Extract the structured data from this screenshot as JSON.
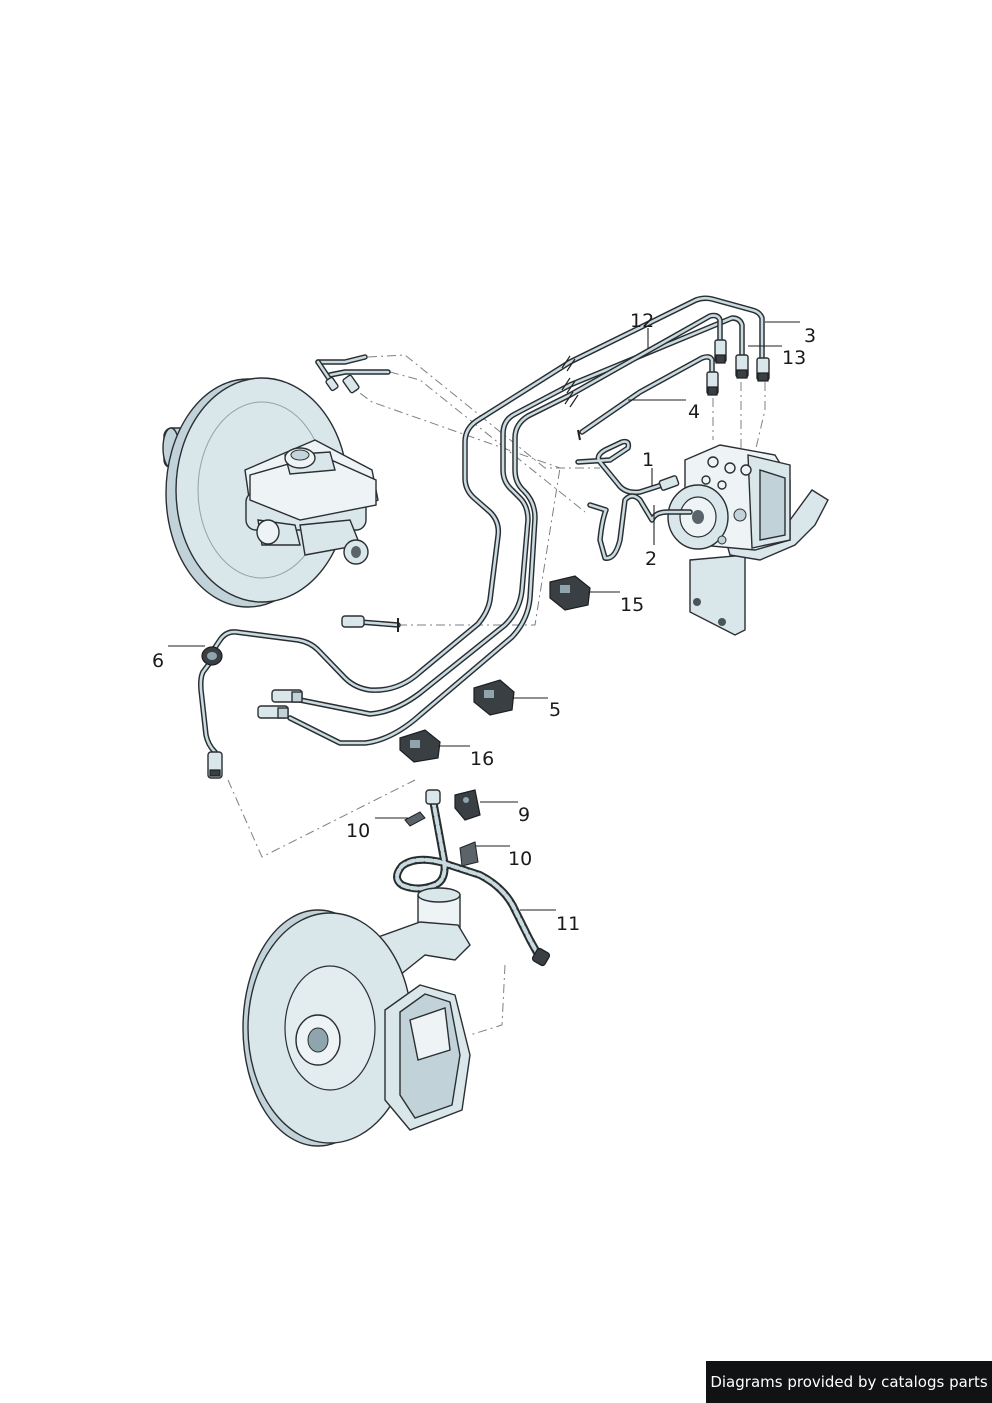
{
  "diagram": {
    "callouts": [
      {
        "id": "c1",
        "label": "1"
      },
      {
        "id": "c2",
        "label": "2"
      },
      {
        "id": "c3",
        "label": "3"
      },
      {
        "id": "c4",
        "label": "4"
      },
      {
        "id": "c5",
        "label": "5"
      },
      {
        "id": "c6",
        "label": "6"
      },
      {
        "id": "c9",
        "label": "9"
      },
      {
        "id": "c10a",
        "label": "10"
      },
      {
        "id": "c10b",
        "label": "10"
      },
      {
        "id": "c11",
        "label": "11"
      },
      {
        "id": "c12",
        "label": "12"
      },
      {
        "id": "c13",
        "label": "13"
      },
      {
        "id": "c15",
        "label": "15"
      },
      {
        "id": "c16",
        "label": "16"
      }
    ]
  },
  "footer": {
    "credit": "Diagrams provided by catalogs parts"
  }
}
